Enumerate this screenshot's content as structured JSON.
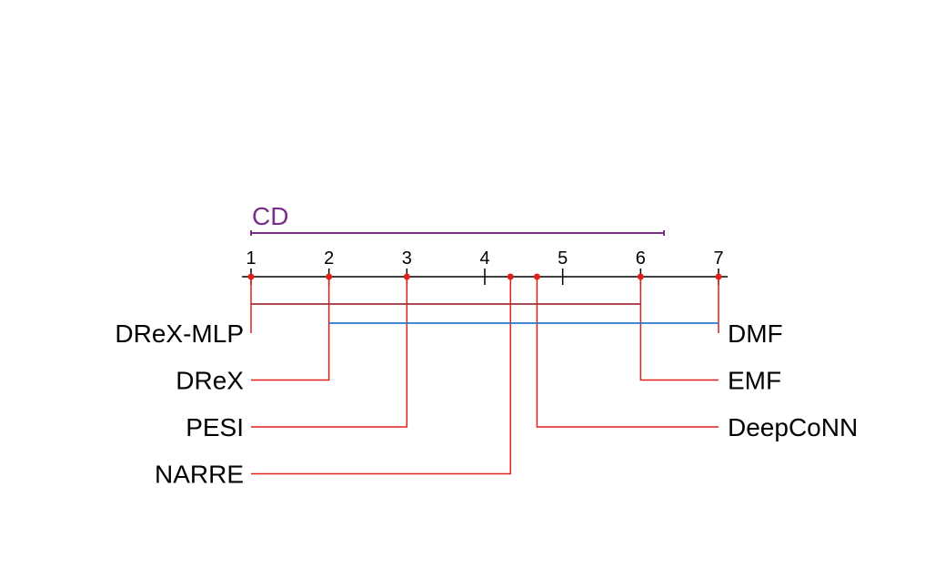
{
  "chart_data": {
    "type": "critical-difference-diagram",
    "cd_label": "CD",
    "cd_value": 5.3,
    "axis": {
      "min": 1,
      "max": 7,
      "ticks": [
        1,
        2,
        3,
        4,
        5,
        6,
        7
      ]
    },
    "methods_left": [
      {
        "name": "DReX-MLP",
        "rank": 1.0
      },
      {
        "name": "DReX",
        "rank": 2.0
      },
      {
        "name": "PESI",
        "rank": 3.0
      },
      {
        "name": "NARRE",
        "rank": 4.33
      }
    ],
    "methods_right": [
      {
        "name": "DMF",
        "rank": 7.0
      },
      {
        "name": "EMF",
        "rank": 6.0
      },
      {
        "name": "DeepCoNN",
        "rank": 4.67
      }
    ],
    "cliques": [
      {
        "from": 1.0,
        "to": 6.0,
        "color": "#a0303a"
      },
      {
        "from": 2.0,
        "to": 7.0,
        "color": "#2a78c8"
      }
    ],
    "colors": {
      "axis": "#000000",
      "method_line": "#e0201b",
      "marker": "#e0201b",
      "cd_bar": "#7b2d8e"
    }
  }
}
